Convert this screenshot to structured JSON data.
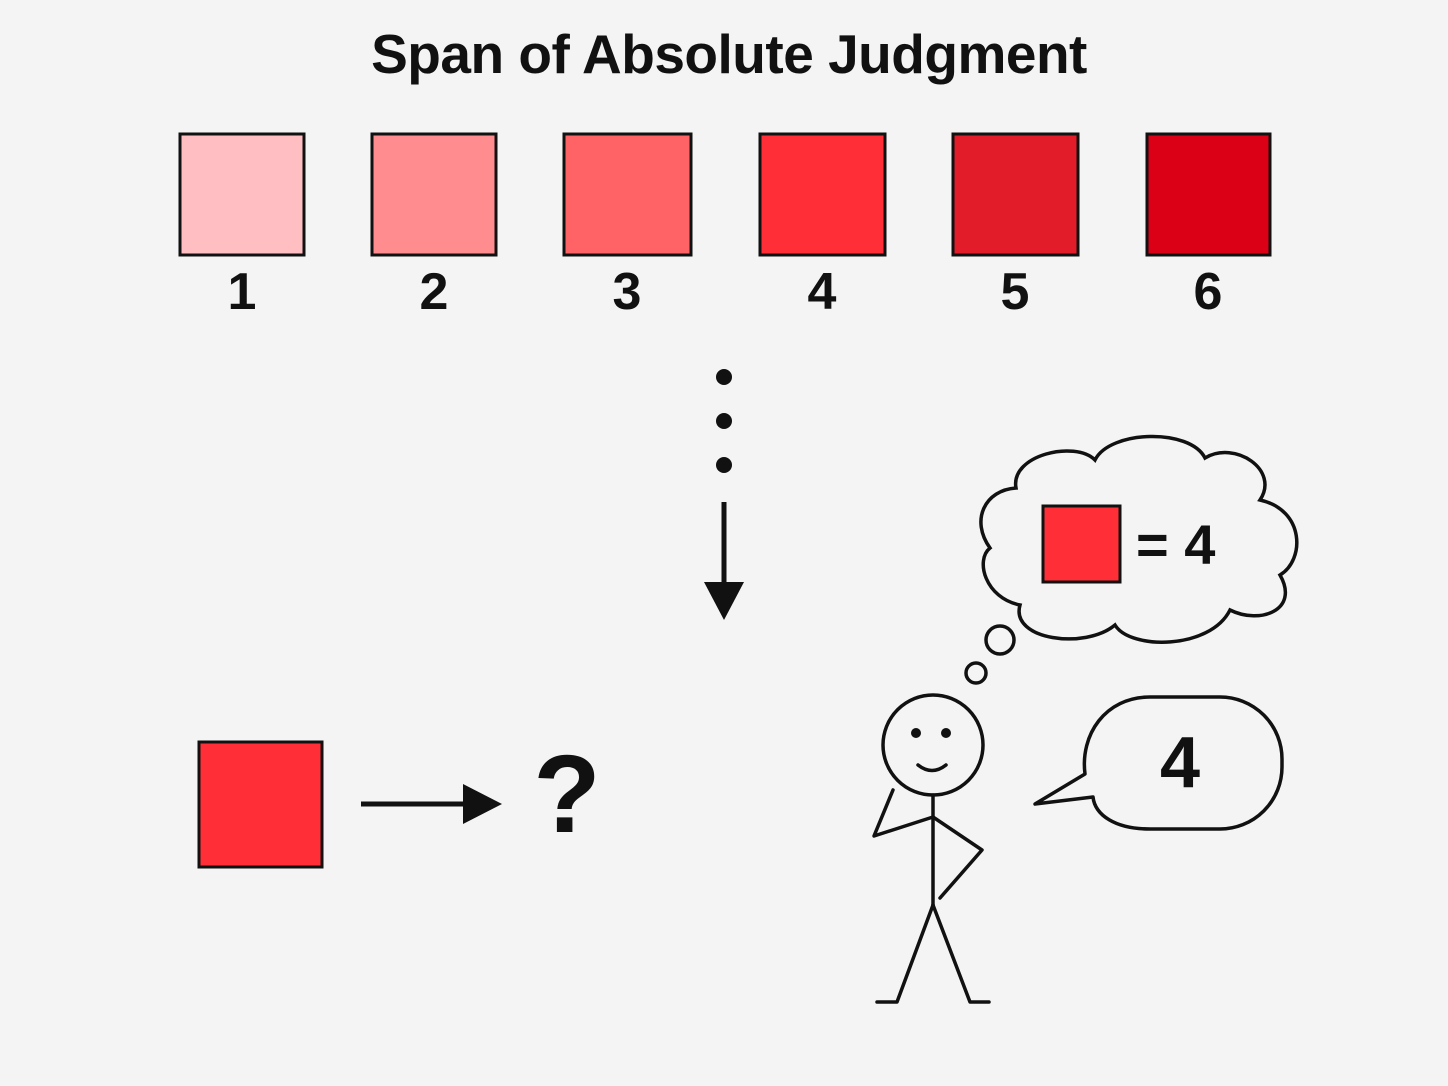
{
  "title": "Span of Absolute Judgment",
  "scale": [
    {
      "label": "1",
      "color": "#ffbfc2"
    },
    {
      "label": "2",
      "color": "#ff8c8f"
    },
    {
      "label": "3",
      "color": "#ff6366"
    },
    {
      "label": "4",
      "color": "#ff2e37"
    },
    {
      "label": "5",
      "color": "#e21c29"
    },
    {
      "label": "6",
      "color": "#dc0016"
    }
  ],
  "stimulus": {
    "color": "#ff2e37",
    "unknown_mark": "?"
  },
  "thought": {
    "swatch_color": "#ff2e37",
    "text": "= 4"
  },
  "speech": {
    "text": "4"
  },
  "colors": {
    "ink": "#111111",
    "background": "#f4f4f4"
  }
}
